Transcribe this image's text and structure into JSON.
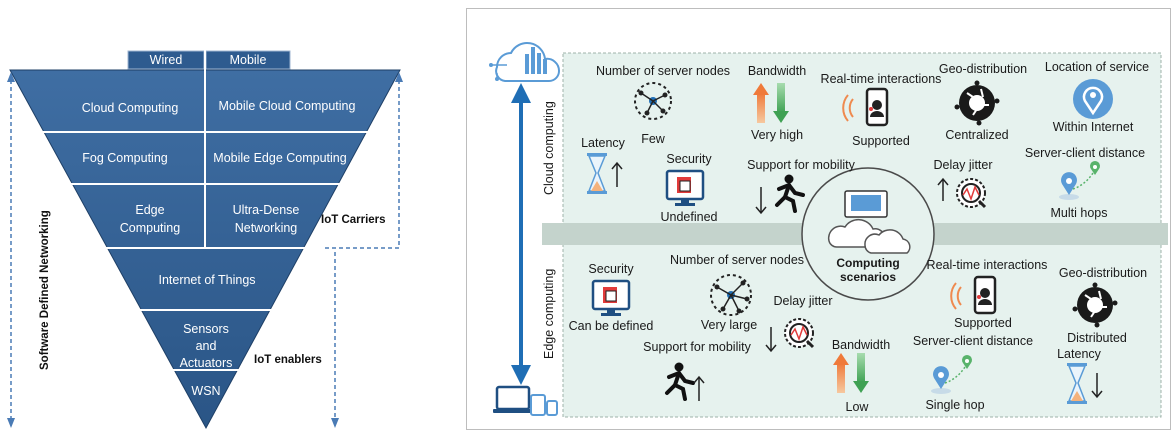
{
  "pyramid": {
    "tabs": {
      "wired": "Wired",
      "mobile": "Mobile"
    },
    "rows": [
      {
        "wired": "Cloud Computing",
        "mobile": "Mobile Cloud Computing"
      },
      {
        "wired": "Fog Computing",
        "mobile": "Mobile Edge Computing"
      },
      {
        "wired_l1": "Edge",
        "wired_l2": "Computing",
        "mobile_l1": "Ultra-Dense",
        "mobile_l2": "Networking"
      }
    ],
    "iot": "Internet of Things",
    "sensors": {
      "l1": "Sensors",
      "l2": "and",
      "l3": "Actuators"
    },
    "wsn": "WSN",
    "left_axis": "Software Defined Networking",
    "iot_carriers": "IoT Carriers",
    "iot_enablers": "IoT enablers"
  },
  "scenarios": {
    "center": {
      "l1": "Computing",
      "l2": "scenarios"
    },
    "cloud_label": "Cloud computing",
    "edge_label": "Edge computing",
    "colors": {
      "panel": "#e6f2ee",
      "band": "#c4d3cc",
      "arrow": "#1f6eb5",
      "orange": "#ef8a4f",
      "green": "#59b36b"
    },
    "cloud": {
      "server_nodes": {
        "title": "Number of server nodes",
        "value": "Few"
      },
      "bandwidth": {
        "title": "Bandwidth",
        "value": "Very high"
      },
      "realtime": {
        "title": "Real-time interactions",
        "value": "Supported"
      },
      "geo": {
        "title": "Geo-distribution",
        "value": "Centralized"
      },
      "location": {
        "title": "Location of service",
        "value": "Within Internet"
      },
      "latency": {
        "title": "Latency"
      },
      "security": {
        "title": "Security",
        "value": "Undefined"
      },
      "mobility": {
        "title": "Support for mobility"
      },
      "jitter": {
        "title": "Delay jitter"
      },
      "distance": {
        "title": "Server-client distance",
        "value": "Multi hops"
      }
    },
    "edge": {
      "security": {
        "title": "Security",
        "value": "Can be defined"
      },
      "server_nodes": {
        "title": "Number of server nodes",
        "value": "Very large"
      },
      "jitter": {
        "title": "Delay jitter"
      },
      "realtime": {
        "title": "Real-time interactions",
        "value": "Supported"
      },
      "geo": {
        "title": "Geo-distribution",
        "value": "Distributed"
      },
      "mobility": {
        "title": "Support for mobility"
      },
      "bandwidth": {
        "title": "Bandwidth",
        "value": "Low"
      },
      "distance": {
        "title": "Server-client distance",
        "value": "Single hop"
      },
      "latency": {
        "title": "Latency"
      }
    }
  }
}
